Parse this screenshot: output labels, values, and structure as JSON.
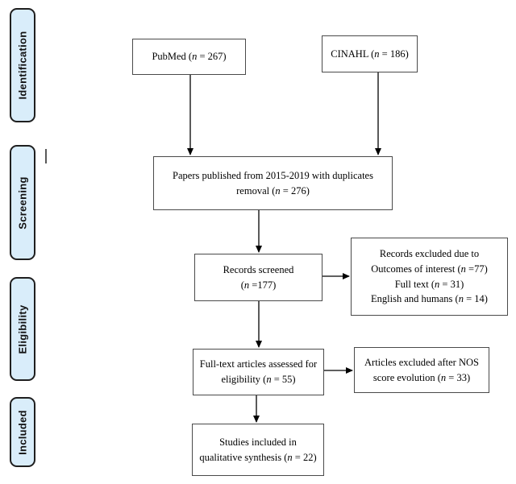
{
  "sidebar": {
    "stages": [
      {
        "id": "identification",
        "label": "Identification"
      },
      {
        "id": "screening",
        "label": "Screening"
      },
      {
        "id": "eligibility",
        "label": "Eligibility"
      },
      {
        "id": "included",
        "label": "Included"
      }
    ]
  },
  "boxes": {
    "pubmed": {
      "lines": [
        "PubMed (n = 267)"
      ]
    },
    "cinahl": {
      "lines": [
        "CINAHL (n = 186)"
      ]
    },
    "papers": {
      "lines": [
        "Papers published from 2015-2019 with duplicates",
        "removal (n = 276)"
      ]
    },
    "screened": {
      "lines": [
        "Records screened",
        "(n =177)"
      ]
    },
    "records_excluded": {
      "lines": [
        "Records excluded due to",
        "Outcomes of interest (n =77)",
        "Full text (n = 31)",
        "English and humans (n = 14)"
      ]
    },
    "fulltext": {
      "lines": [
        "Full-text articles assessed for",
        "eligibility (n = 55)"
      ]
    },
    "articles_excluded": {
      "lines": [
        "Articles excluded after NOS",
        "score evolution (n = 33)"
      ]
    },
    "studies_included": {
      "lines": [
        "Studies included in",
        "qualitative synthesis (n = 22)"
      ]
    }
  },
  "colors": {
    "background": "#ffffff",
    "stage_fill": "#d9edfa",
    "stage_border": "#1f1f1f",
    "box_border": "#4a4a4a",
    "arrow": "#000000"
  }
}
